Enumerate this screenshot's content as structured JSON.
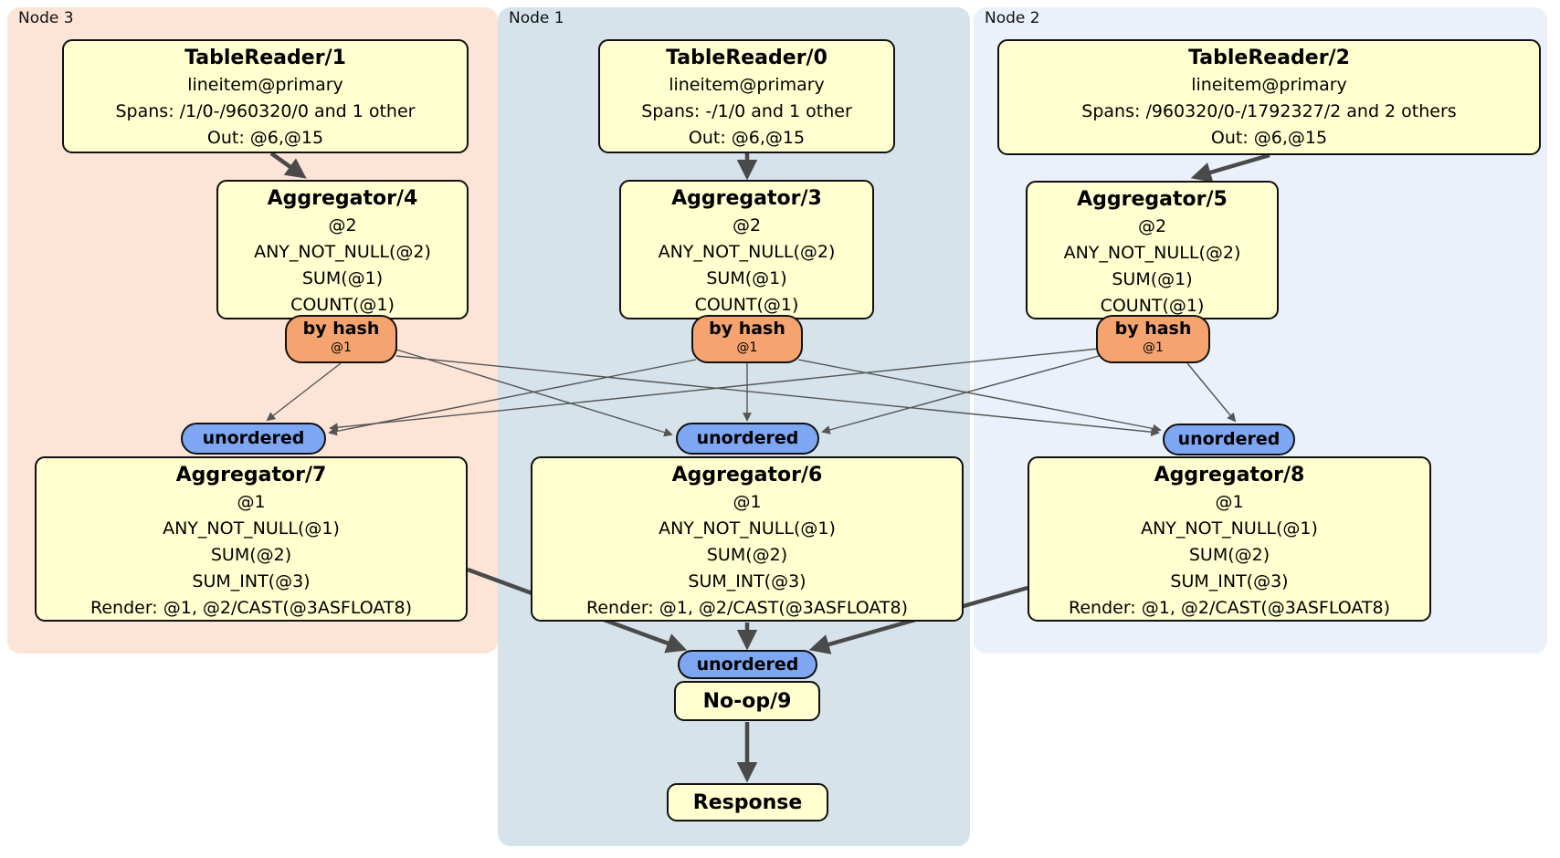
{
  "groups": [
    {
      "label": "Node 3"
    },
    {
      "label": "Node 1"
    },
    {
      "label": "Node 2"
    }
  ],
  "processors": {
    "tr1": {
      "title": "TableReader/1",
      "lines": [
        "lineitem@primary",
        "Spans: /1/0-/960320/0 and 1 other",
        "Out: @6,@15"
      ]
    },
    "tr0": {
      "title": "TableReader/0",
      "lines": [
        "lineitem@primary",
        "Spans: -/1/0 and 1 other",
        "Out: @6,@15"
      ]
    },
    "tr2": {
      "title": "TableReader/2",
      "lines": [
        "lineitem@primary",
        "Spans: /960320/0-/1792327/2 and 2 others",
        "Out: @6,@15"
      ]
    },
    "agg4": {
      "title": "Aggregator/4",
      "lines": [
        "@2",
        "ANY_NOT_NULL(@2)",
        "SUM(@1)",
        "COUNT(@1)"
      ]
    },
    "agg3": {
      "title": "Aggregator/3",
      "lines": [
        "@2",
        "ANY_NOT_NULL(@2)",
        "SUM(@1)",
        "COUNT(@1)"
      ]
    },
    "agg5": {
      "title": "Aggregator/5",
      "lines": [
        "@2",
        "ANY_NOT_NULL(@2)",
        "SUM(@1)",
        "COUNT(@1)"
      ]
    },
    "agg7": {
      "title": "Aggregator/7",
      "lines": [
        "@1",
        "ANY_NOT_NULL(@1)",
        "SUM(@2)",
        "SUM_INT(@3)",
        "Render: @1, @2/CAST(@3ASFLOAT8)"
      ]
    },
    "agg6": {
      "title": "Aggregator/6",
      "lines": [
        "@1",
        "ANY_NOT_NULL(@1)",
        "SUM(@2)",
        "SUM_INT(@3)",
        "Render: @1, @2/CAST(@3ASFLOAT8)"
      ]
    },
    "agg8": {
      "title": "Aggregator/8",
      "lines": [
        "@1",
        "ANY_NOT_NULL(@1)",
        "SUM(@2)",
        "SUM_INT(@3)",
        "Render: @1, @2/CAST(@3ASFLOAT8)"
      ]
    },
    "noop": {
      "title": "No-op/9"
    },
    "response": {
      "title": "Response"
    }
  },
  "routers": {
    "hash_label": "by hash",
    "hash_sub": "@1",
    "sync_label": "unordered"
  },
  "colors": {
    "node3_bg": "#fce4d7",
    "node1_bg": "#d6e3ea",
    "node2_bg": "#eaf1fa",
    "processor_bg": "#ffffcf",
    "router_bg": "#f5a46f",
    "sync_bg": "#7da7f2",
    "edge_thick": "#4a4a4a",
    "edge_thin": "#555555"
  }
}
